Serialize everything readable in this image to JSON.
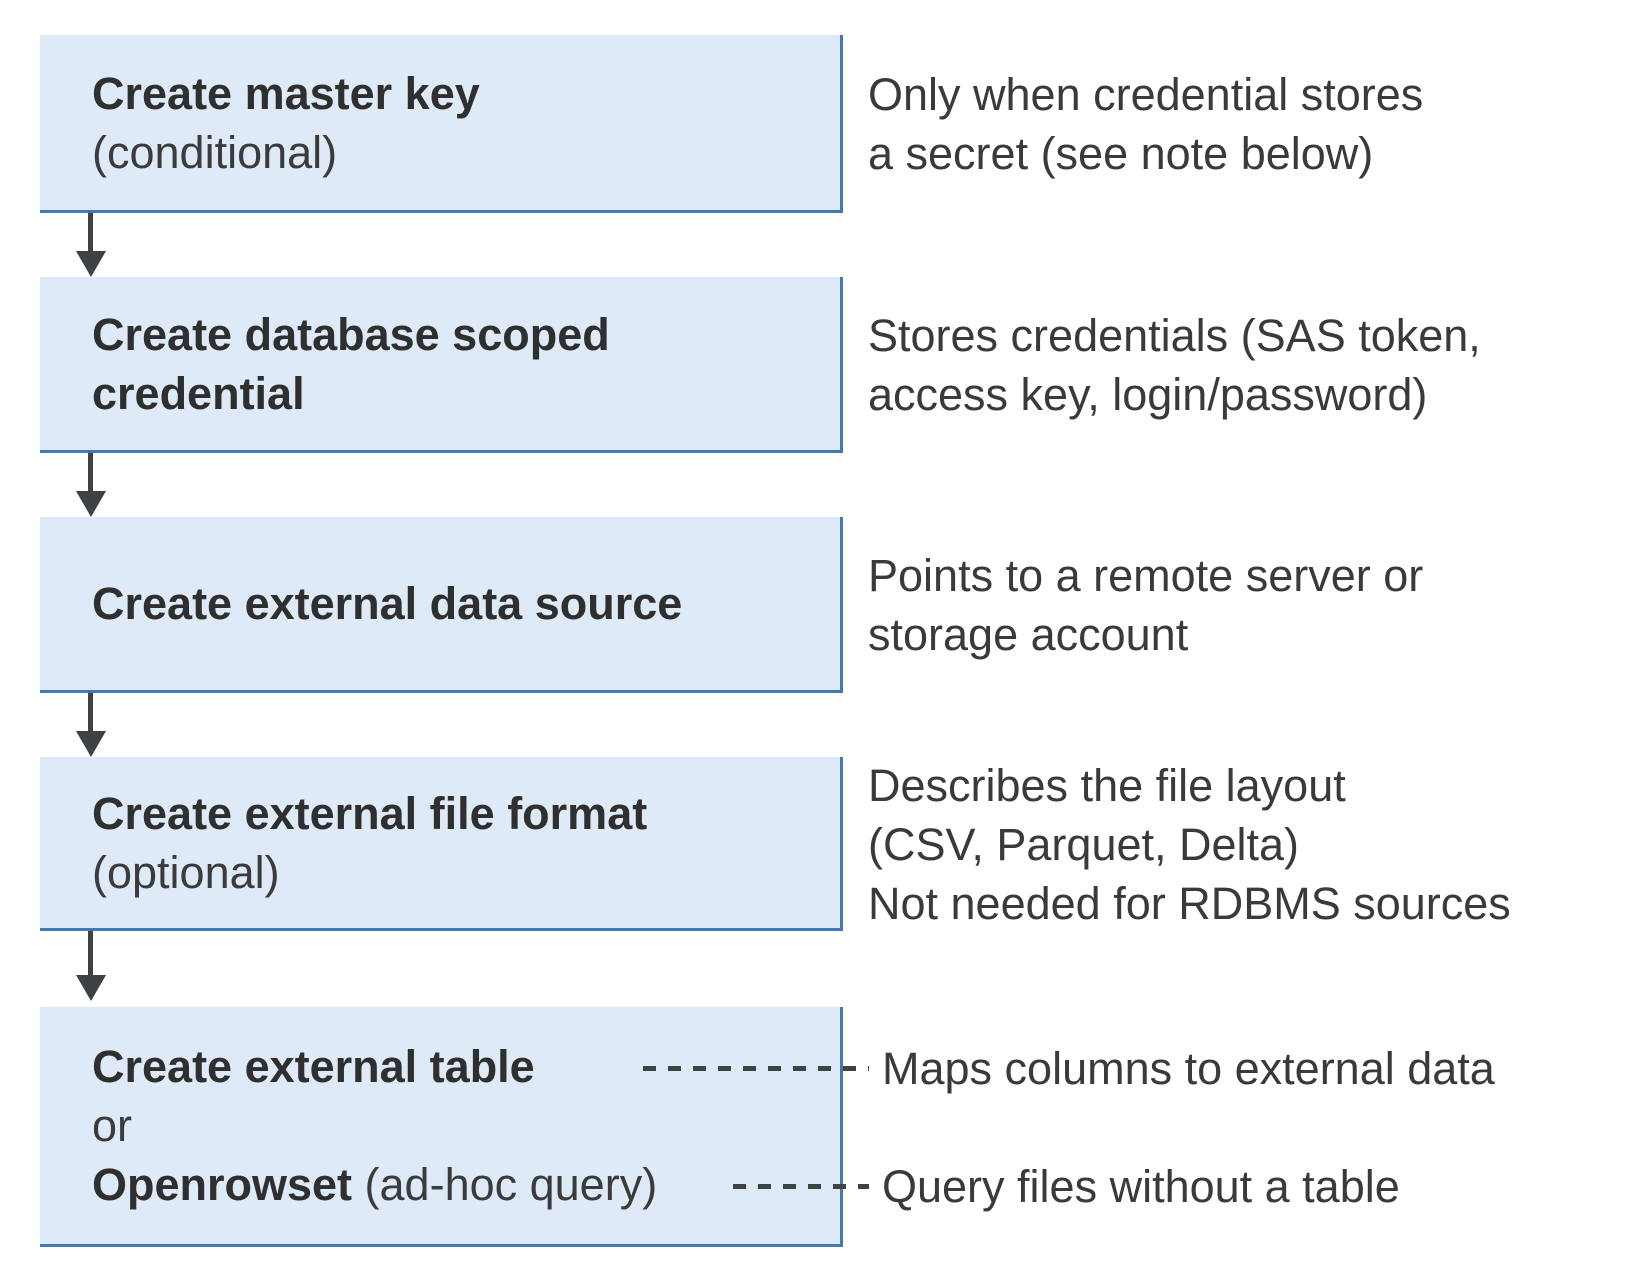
{
  "colors": {
    "box_fill": "#deeaf8",
    "box_border": "#4379b2",
    "arrow_and_dash": "#3f4245",
    "box_text_bold": "#2f2f2f",
    "box_text_regular": "#3b3b3b",
    "annotation_text": "#3a3a3a"
  },
  "boxes": [
    {
      "lines": [
        {
          "b": "Create master key",
          "r": ""
        },
        {
          "b": "",
          "r": "(conditional)"
        }
      ]
    },
    {
      "lines": [
        {
          "b": "Create database scoped",
          "r": ""
        },
        {
          "b": "credential",
          "r": ""
        }
      ]
    },
    {
      "lines": [
        {
          "b": "Create external data source",
          "r": ""
        }
      ]
    },
    {
      "lines": [
        {
          "b": "Create external file format",
          "r": ""
        },
        {
          "b": "",
          "r": "(optional)"
        }
      ]
    },
    {
      "lines": [
        {
          "b": "Create external table",
          "r": ""
        },
        {
          "b": "",
          "r": "or"
        },
        {
          "b": "Openrowset",
          "r": " (ad-hoc query)"
        }
      ]
    }
  ],
  "annotations": [
    {
      "lines": [
        "Only when credential stores",
        "a secret (see note below)"
      ]
    },
    {
      "lines": [
        "Stores credentials (SAS token,",
        "access key, login/password)"
      ]
    },
    {
      "lines": [
        "Points to a remote server or",
        "storage account"
      ]
    },
    {
      "lines": [
        "Describes the file layout",
        "(CSV, Parquet, Delta)",
        "Not needed for RDBMS sources"
      ]
    },
    {
      "lines": [
        "Maps columns to external data"
      ]
    },
    {
      "lines": [
        "Query files without a table"
      ]
    }
  ]
}
